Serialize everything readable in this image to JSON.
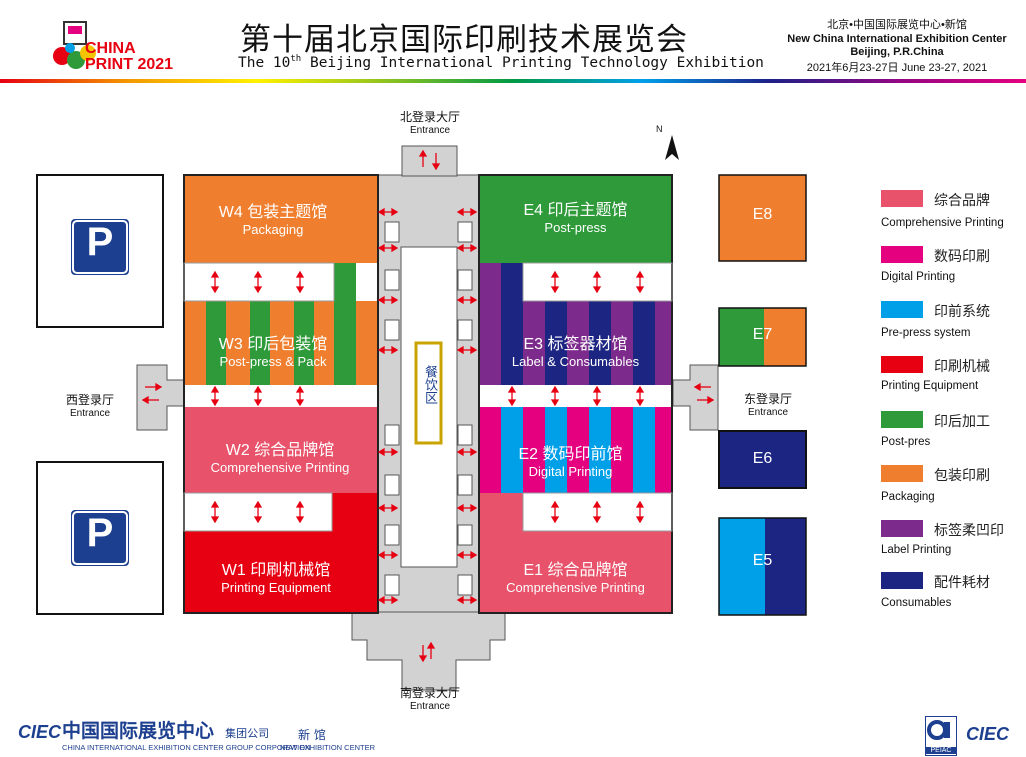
{
  "header": {
    "logo_line1": "CHINA",
    "logo_line2": "PRINT 2021",
    "title_cn": "第十届北京国际印刷技术展览会",
    "title_en": "The 10th Beijing International Printing Technology Exhibition",
    "title_en_pre": "The 10",
    "title_en_sup": "th",
    "title_en_post": " Beijing International Printing Technology Exhibition",
    "venue_cn": "北京•中国国际展览中心•新馆",
    "venue_en": "New China International Exhibition Center",
    "venue_city": "Beijing, P.R.China",
    "venue_date": "2021年6月23-27日 June 23-27, 2021"
  },
  "colors": {
    "comprehensive": "#e8526a",
    "digital": "#e4007f",
    "prepress": "#00a0e9",
    "equipment": "#e60012",
    "postpress": "#2e9a3a",
    "packaging": "#ef7f2f",
    "label": "#7c2a8c",
    "consumables": "#1d2583",
    "corridor": "#d2d2d2"
  },
  "halls": {
    "w4": {
      "cn": "W4 包装主题馆",
      "en": "Packaging"
    },
    "w3": {
      "cn": "W3 印后包装馆",
      "en": "Post-press & Pack"
    },
    "w2": {
      "cn": "W2 综合品牌馆",
      "en": "Comprehensive Printing"
    },
    "w1": {
      "cn": "W1 印刷机械馆",
      "en": "Printing Equipment"
    },
    "e4": {
      "cn": "E4 印后主题馆",
      "en": "Post-press"
    },
    "e3": {
      "cn": "E3 标签器材馆",
      "en": "Label & Consumables"
    },
    "e2": {
      "cn": "E2 数码印前馆",
      "en": "Digital Printing"
    },
    "e1": {
      "cn": "E1 综合品牌馆",
      "en": "Comprehensive Printing"
    },
    "e8": "E8",
    "e7": "E7",
    "e6": "E6",
    "e5": "E5"
  },
  "catering": "餐饮区",
  "entrances": {
    "north": {
      "cn": "北登录大厅",
      "en": "Entrance"
    },
    "south": {
      "cn": "南登录大厅",
      "en": "Entrance"
    },
    "west": {
      "cn": "西登录厅",
      "en": "Entrance"
    },
    "east": {
      "cn": "东登录厅",
      "en": "Entrance"
    }
  },
  "north_label": "N",
  "parking": "P",
  "legend": [
    {
      "cn": "综合品牌",
      "en": "Comprehensive Printing",
      "color": "#e8526a"
    },
    {
      "cn": "数码印刷",
      "en": "Digital Printing",
      "color": "#e4007f"
    },
    {
      "cn": "印前系统",
      "en": "Pre-press system",
      "color": "#00a0e9"
    },
    {
      "cn": "印刷机械",
      "en": "Printing Equipment",
      "color": "#e60012"
    },
    {
      "cn": "印后加工",
      "en": "Post-pres",
      "color": "#2e9a3a"
    },
    {
      "cn": "包装印刷",
      "en": "Packaging",
      "color": "#ef7f2f"
    },
    {
      "cn": "标签柔凹印",
      "en": "Label Printing",
      "color": "#7c2a8c"
    },
    {
      "cn": "配件耗材",
      "en": "Consumables",
      "color": "#1d2583"
    }
  ],
  "footer": {
    "ciec": "CIEC",
    "group_cn": "中国国际展览中心",
    "group_suffix": "集团公司",
    "group_en": "CHINA INTERNATIONAL EXHIBITION CENTER GROUP CORPORATION",
    "new_cn": "新 馆",
    "new_en": "NEW EXHIBITION CENTER",
    "peiac": "PEIAC"
  }
}
